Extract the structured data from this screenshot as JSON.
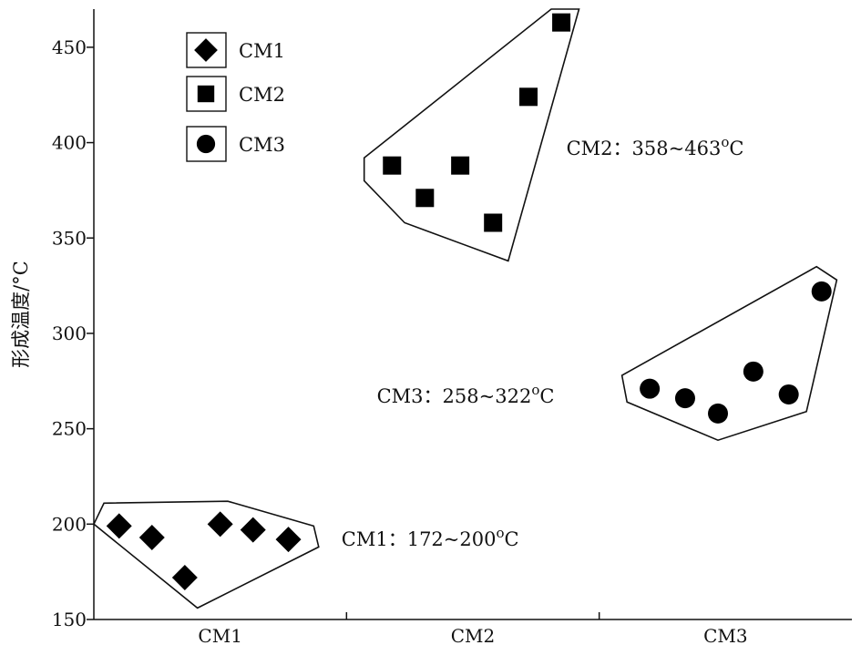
{
  "chart_data": {
    "type": "scatter",
    "title": "",
    "ylabel": "形成温度/°C",
    "xlabel": "",
    "categories": [
      "CM1",
      "CM2",
      "CM3"
    ],
    "ylim": [
      150,
      470
    ],
    "yticks": [
      150,
      200,
      250,
      300,
      350,
      400,
      450
    ],
    "grid": false,
    "legend_position": "top-left",
    "series": [
      {
        "name": "CM1",
        "marker": "diamond",
        "x": [
          0.1,
          0.23,
          0.36,
          0.5,
          0.63,
          0.77
        ],
        "y": [
          199,
          193,
          172,
          200,
          197,
          192
        ],
        "hull": [
          [
            0.0,
            200
          ],
          [
            0.04,
            211
          ],
          [
            0.53,
            212
          ],
          [
            0.87,
            199
          ],
          [
            0.89,
            188
          ],
          [
            0.41,
            156
          ]
        ],
        "annotation": {
          "prefix": "CM1：172~200",
          "sup": "o",
          "suffix": "C"
        }
      },
      {
        "name": "CM2",
        "marker": "square",
        "x": [
          0.18,
          0.31,
          0.45,
          0.58,
          0.72,
          0.85
        ],
        "y": [
          388,
          371,
          388,
          358,
          424,
          463
        ],
        "hull": [
          [
            0.07,
            392
          ],
          [
            0.07,
            380
          ],
          [
            0.23,
            358
          ],
          [
            0.64,
            338
          ],
          [
            0.92,
            470
          ],
          [
            0.81,
            470
          ]
        ],
        "annotation": {
          "prefix": "CM2：358~463",
          "sup": "o",
          "suffix": "C"
        }
      },
      {
        "name": "CM3",
        "marker": "circle",
        "x": [
          0.2,
          0.34,
          0.47,
          0.61,
          0.75,
          0.88
        ],
        "y": [
          271,
          266,
          258,
          280,
          268,
          322
        ],
        "hull": [
          [
            0.09,
            278
          ],
          [
            0.11,
            264
          ],
          [
            0.47,
            244
          ],
          [
            0.82,
            259
          ],
          [
            0.94,
            328
          ],
          [
            0.86,
            335
          ]
        ],
        "annotation": {
          "prefix": "CM3：258~322",
          "sup": "o",
          "suffix": "C"
        }
      }
    ]
  }
}
